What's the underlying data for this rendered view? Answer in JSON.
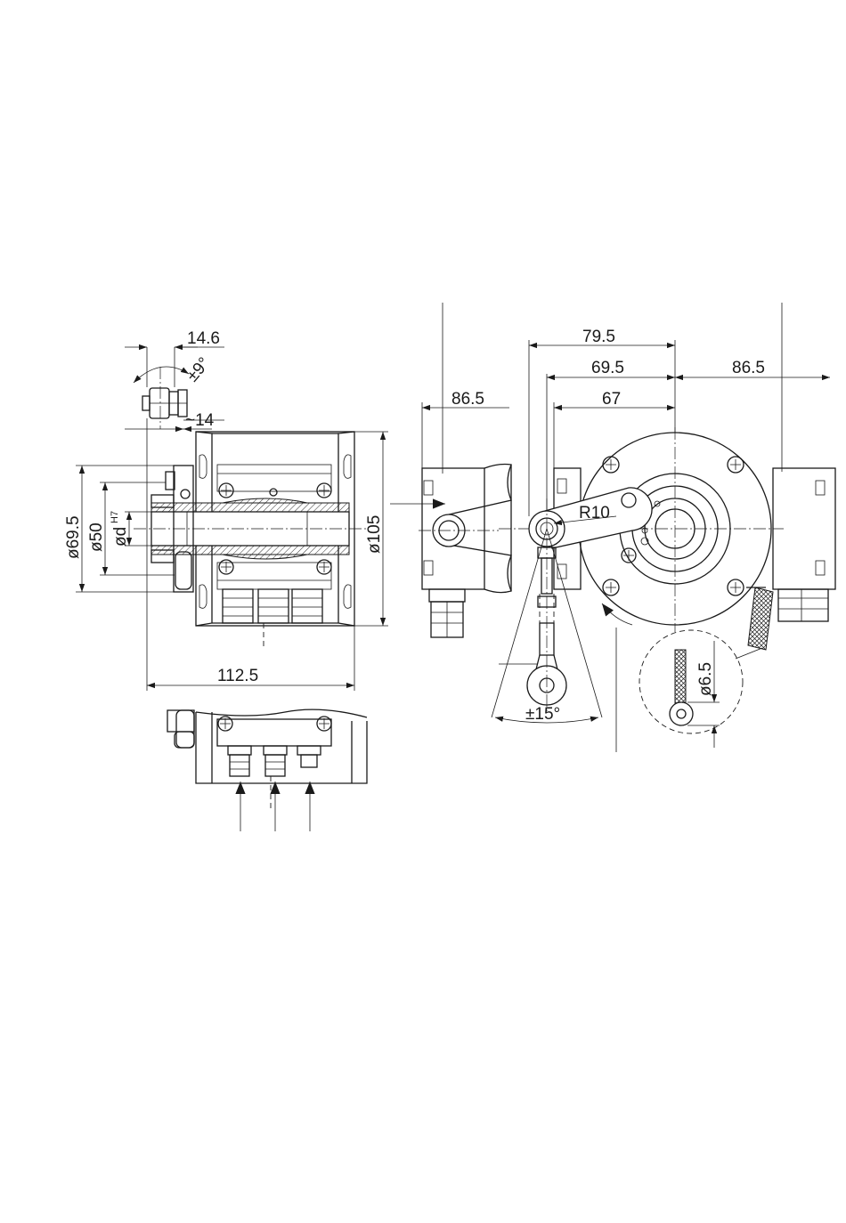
{
  "dimensions": {
    "d14_6": "14.6",
    "pm9": "±9°",
    "approx14": "~14",
    "d69_5": "ø69.5",
    "d50": "ø50",
    "dH7_main": "ød",
    "dH7_sup": "H7",
    "d105": "ø105",
    "d112_5": "112.5",
    "d86_5_left": "86.5",
    "d79_5": "79.5",
    "d69_5_top": "69.5",
    "d67": "67",
    "d86_5_right": "86.5",
    "r10": "R10",
    "pm15": "±15°",
    "d6_5": "ø6.5"
  }
}
